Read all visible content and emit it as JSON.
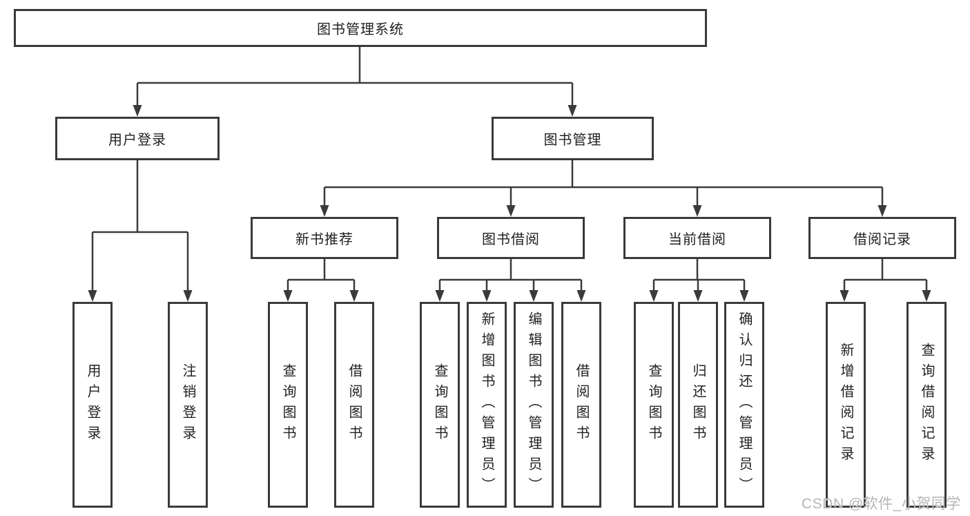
{
  "tree": {
    "label": "图书管理系统",
    "children": [
      {
        "label": "用户登录",
        "children": [
          {
            "label": "用户登录"
          },
          {
            "label": "注销登录"
          }
        ]
      },
      {
        "label": "图书管理",
        "children": [
          {
            "label": "新书推荐",
            "children": [
              {
                "label": "查询图书"
              },
              {
                "label": "借阅图书"
              }
            ]
          },
          {
            "label": "图书借阅",
            "children": [
              {
                "label": "查询图书"
              },
              {
                "label": "新增图书（管理员）"
              },
              {
                "label": "编辑图书（管理员）"
              },
              {
                "label": "借阅图书"
              }
            ]
          },
          {
            "label": "当前借阅",
            "children": [
              {
                "label": "查询图书"
              },
              {
                "label": "归还图书"
              },
              {
                "label": "确认归还（管理员）"
              }
            ]
          },
          {
            "label": "借阅记录",
            "children": [
              {
                "label": "新增借阅记录"
              },
              {
                "label": "查询借阅记录"
              }
            ]
          }
        ]
      }
    ]
  },
  "watermark": {
    "text": "CSDN @软件_小贺同学"
  },
  "colors": {
    "line": "#3a3a3a",
    "box_border": "#3a3a3a",
    "box_fill": "#ffffff",
    "text": "#222222",
    "watermark": "#b5b5b5",
    "background": "#ffffff"
  }
}
